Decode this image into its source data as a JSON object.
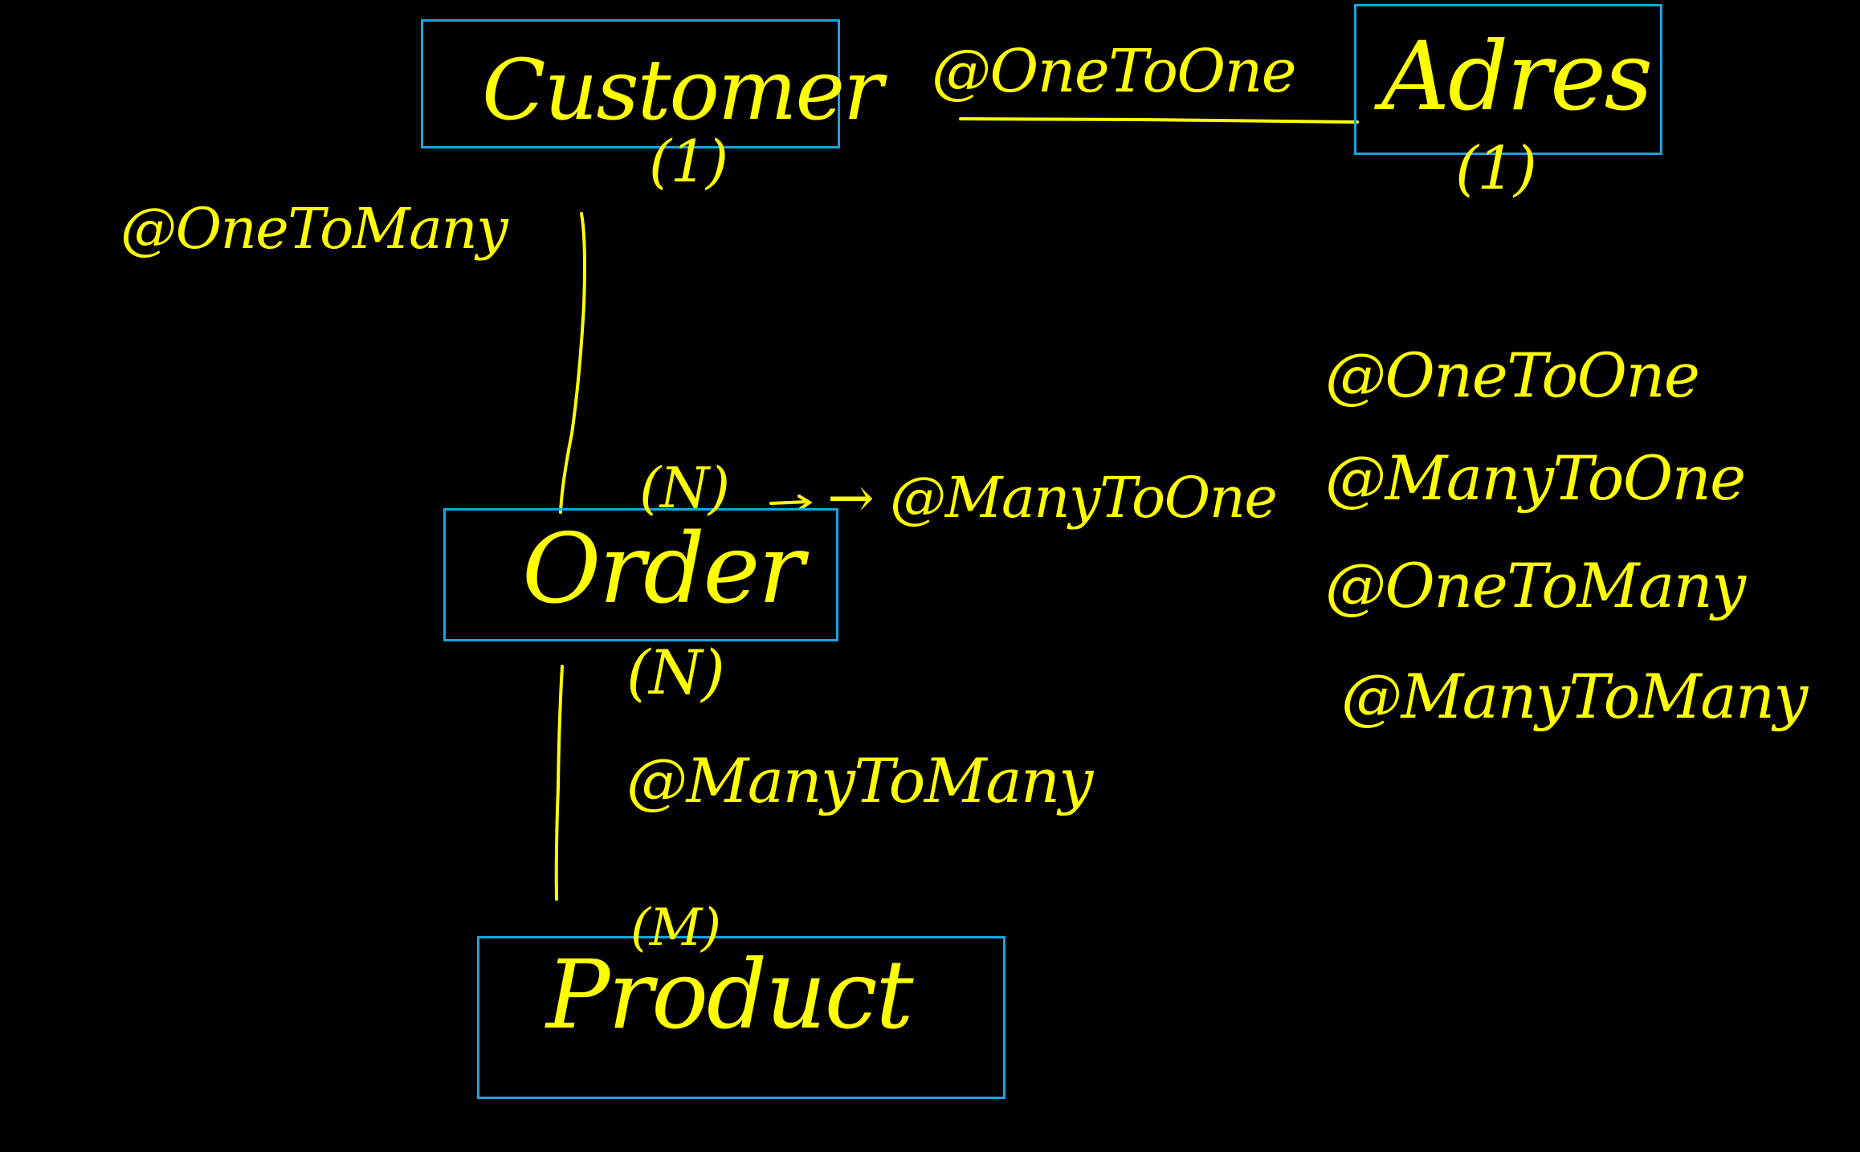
{
  "entities": {
    "customer": {
      "label": "Customer",
      "cardinality": "(1)"
    },
    "adres": {
      "label": "Adres",
      "cardinality": "(1)"
    },
    "order": {
      "label": "Order",
      "cardinality_top": "(N)",
      "cardinality_bottom": "(N)"
    },
    "product": {
      "label": "Product",
      "cardinality": "(M)"
    }
  },
  "relations": {
    "customer_adres": "@OneToOne",
    "customer_order": "@OneToMany",
    "order_customer": "→ @ManyToOne",
    "order_product": "@ManyToMany"
  },
  "legend": [
    "@OneToOne",
    "@ManyToOne",
    "@OneToMany",
    "@ManyToMany"
  ],
  "colors": {
    "background": "#000000",
    "ink": "#ffff00",
    "box_border": "#1aa3e0"
  }
}
